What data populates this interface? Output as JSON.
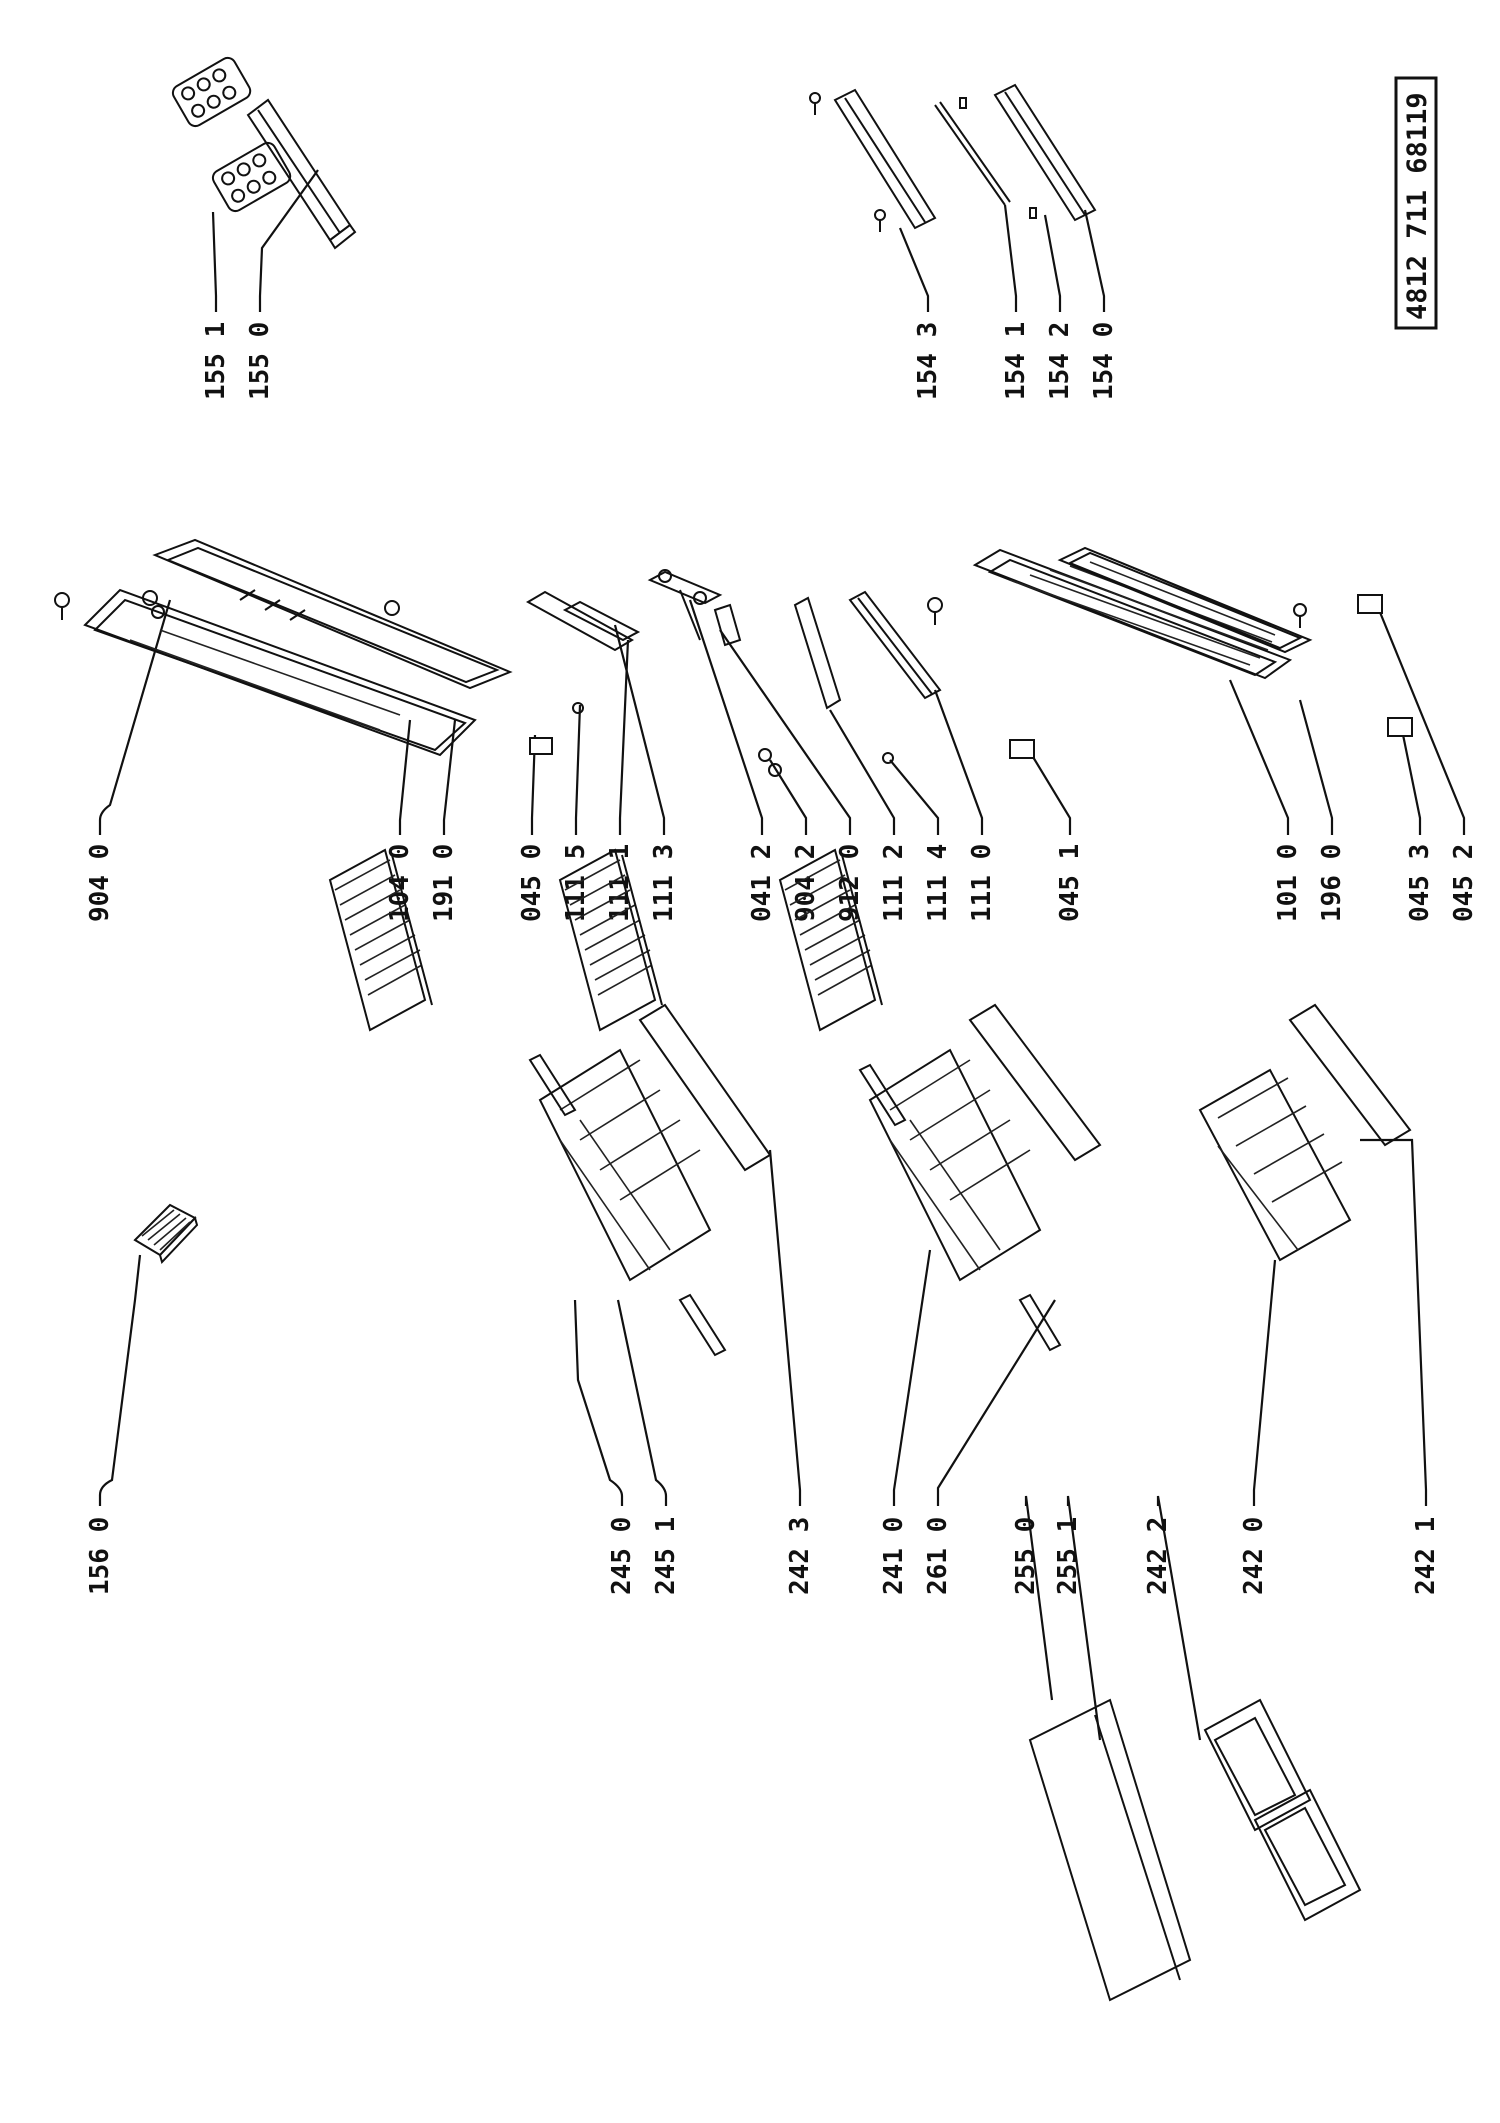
{
  "document_number": "4812 711 68119",
  "labels": {
    "p156_0": "156 0",
    "p245_0": "245 0",
    "p245_1": "245 1",
    "p242_3": "242 3",
    "p241_0": "241 0",
    "p261_0": "261 0",
    "p255_0": "255 0",
    "p255_1": "255 1",
    "p242_2": "242 2",
    "p242_0": "242 0",
    "p242_1": "242 1",
    "p904_0": "904 0",
    "p104_0": "104 0",
    "p191_0": "191 0",
    "p045_0": "045 0",
    "p111_5": "111 5",
    "p111_1": "111 1",
    "p111_3": "111 3",
    "p041_2": "041 2",
    "p904_2": "904 2",
    "p912_0": "912 0",
    "p111_2": "111 2",
    "p111_4": "111 4",
    "p111_0": "111 0",
    "p045_1": "045 1",
    "p101_0": "101 0",
    "p196_0": "196 0",
    "p045_3": "045 3",
    "p045_2": "045 2",
    "p155_1": "155 1",
    "p155_0": "155 0",
    "p154_3": "154 3",
    "p154_1": "154 1",
    "p154_2": "154 2",
    "p154_0": "154 0"
  }
}
